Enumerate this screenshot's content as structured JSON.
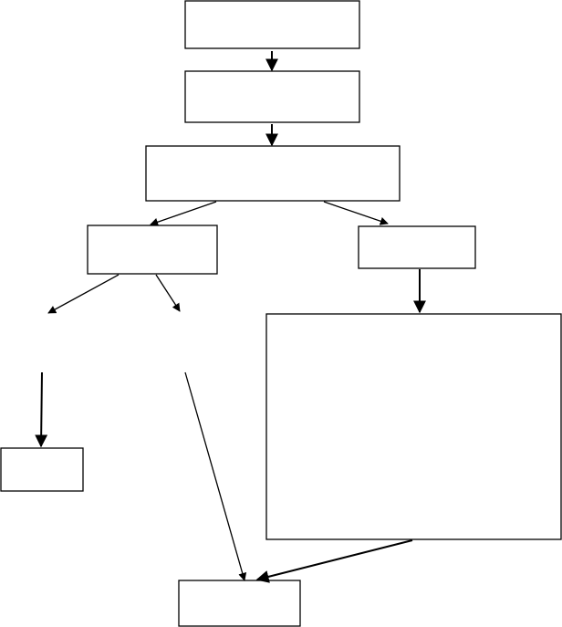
{
  "diagram": {
    "boxes": [
      {
        "id": "box-1",
        "label": ""
      },
      {
        "id": "box-2",
        "label": ""
      },
      {
        "id": "box-3",
        "label": ""
      },
      {
        "id": "box-4-left",
        "label": ""
      },
      {
        "id": "box-5-right",
        "label": ""
      },
      {
        "id": "box-6-large",
        "label": ""
      },
      {
        "id": "box-7-bottom-left",
        "label": ""
      },
      {
        "id": "box-8-bottom",
        "label": ""
      }
    ]
  }
}
